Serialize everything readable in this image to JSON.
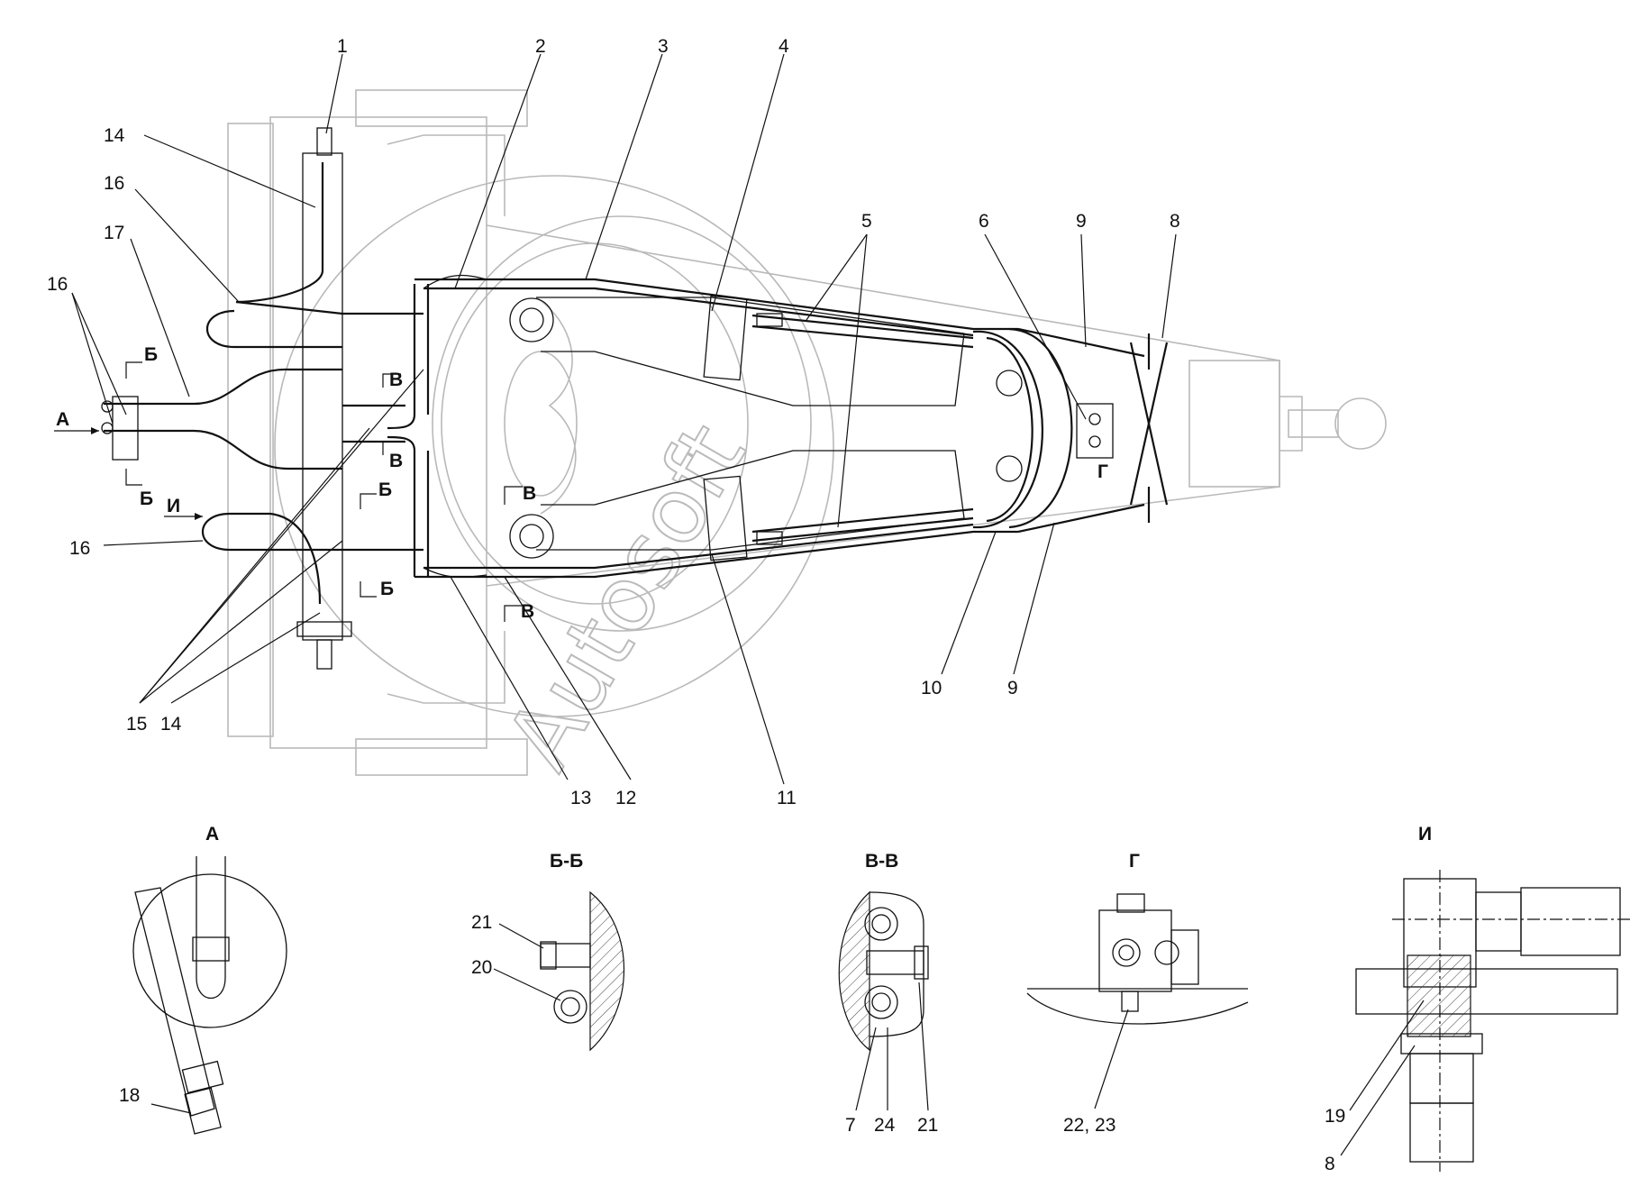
{
  "watermark": "Autosoft",
  "callouts": {
    "c1": "1",
    "c2": "2",
    "c3": "3",
    "c4": "4",
    "c5": "5",
    "c6": "6",
    "c8": "8",
    "c9a": "9",
    "c9b": "9",
    "c10": "10",
    "c11": "11",
    "c12": "12",
    "c13": "13",
    "c14a": "14",
    "c14b": "14",
    "c15": "15",
    "c16a": "16",
    "c16b": "16",
    "c16c": "16",
    "c17": "17"
  },
  "view_marks": {
    "a": "А",
    "i": "И",
    "b1": "Б",
    "b2": "Б",
    "b3": "Б",
    "b4": "Б",
    "v1": "В",
    "v2": "В",
    "v3": "В",
    "v4": "В",
    "g": "Г"
  },
  "details": {
    "a": {
      "title": "А",
      "labels": {
        "n18": "18"
      }
    },
    "bb": {
      "title": "Б-Б",
      "labels": {
        "n21": "21",
        "n20": "20"
      }
    },
    "vv": {
      "title": "В-В",
      "labels": {
        "n7": "7",
        "n24": "24",
        "n21": "21"
      }
    },
    "g": {
      "title": "Г",
      "labels": {
        "n2223": "22, 23"
      }
    },
    "i": {
      "title": "И",
      "labels": {
        "n19": "19",
        "n8": "8"
      }
    }
  }
}
